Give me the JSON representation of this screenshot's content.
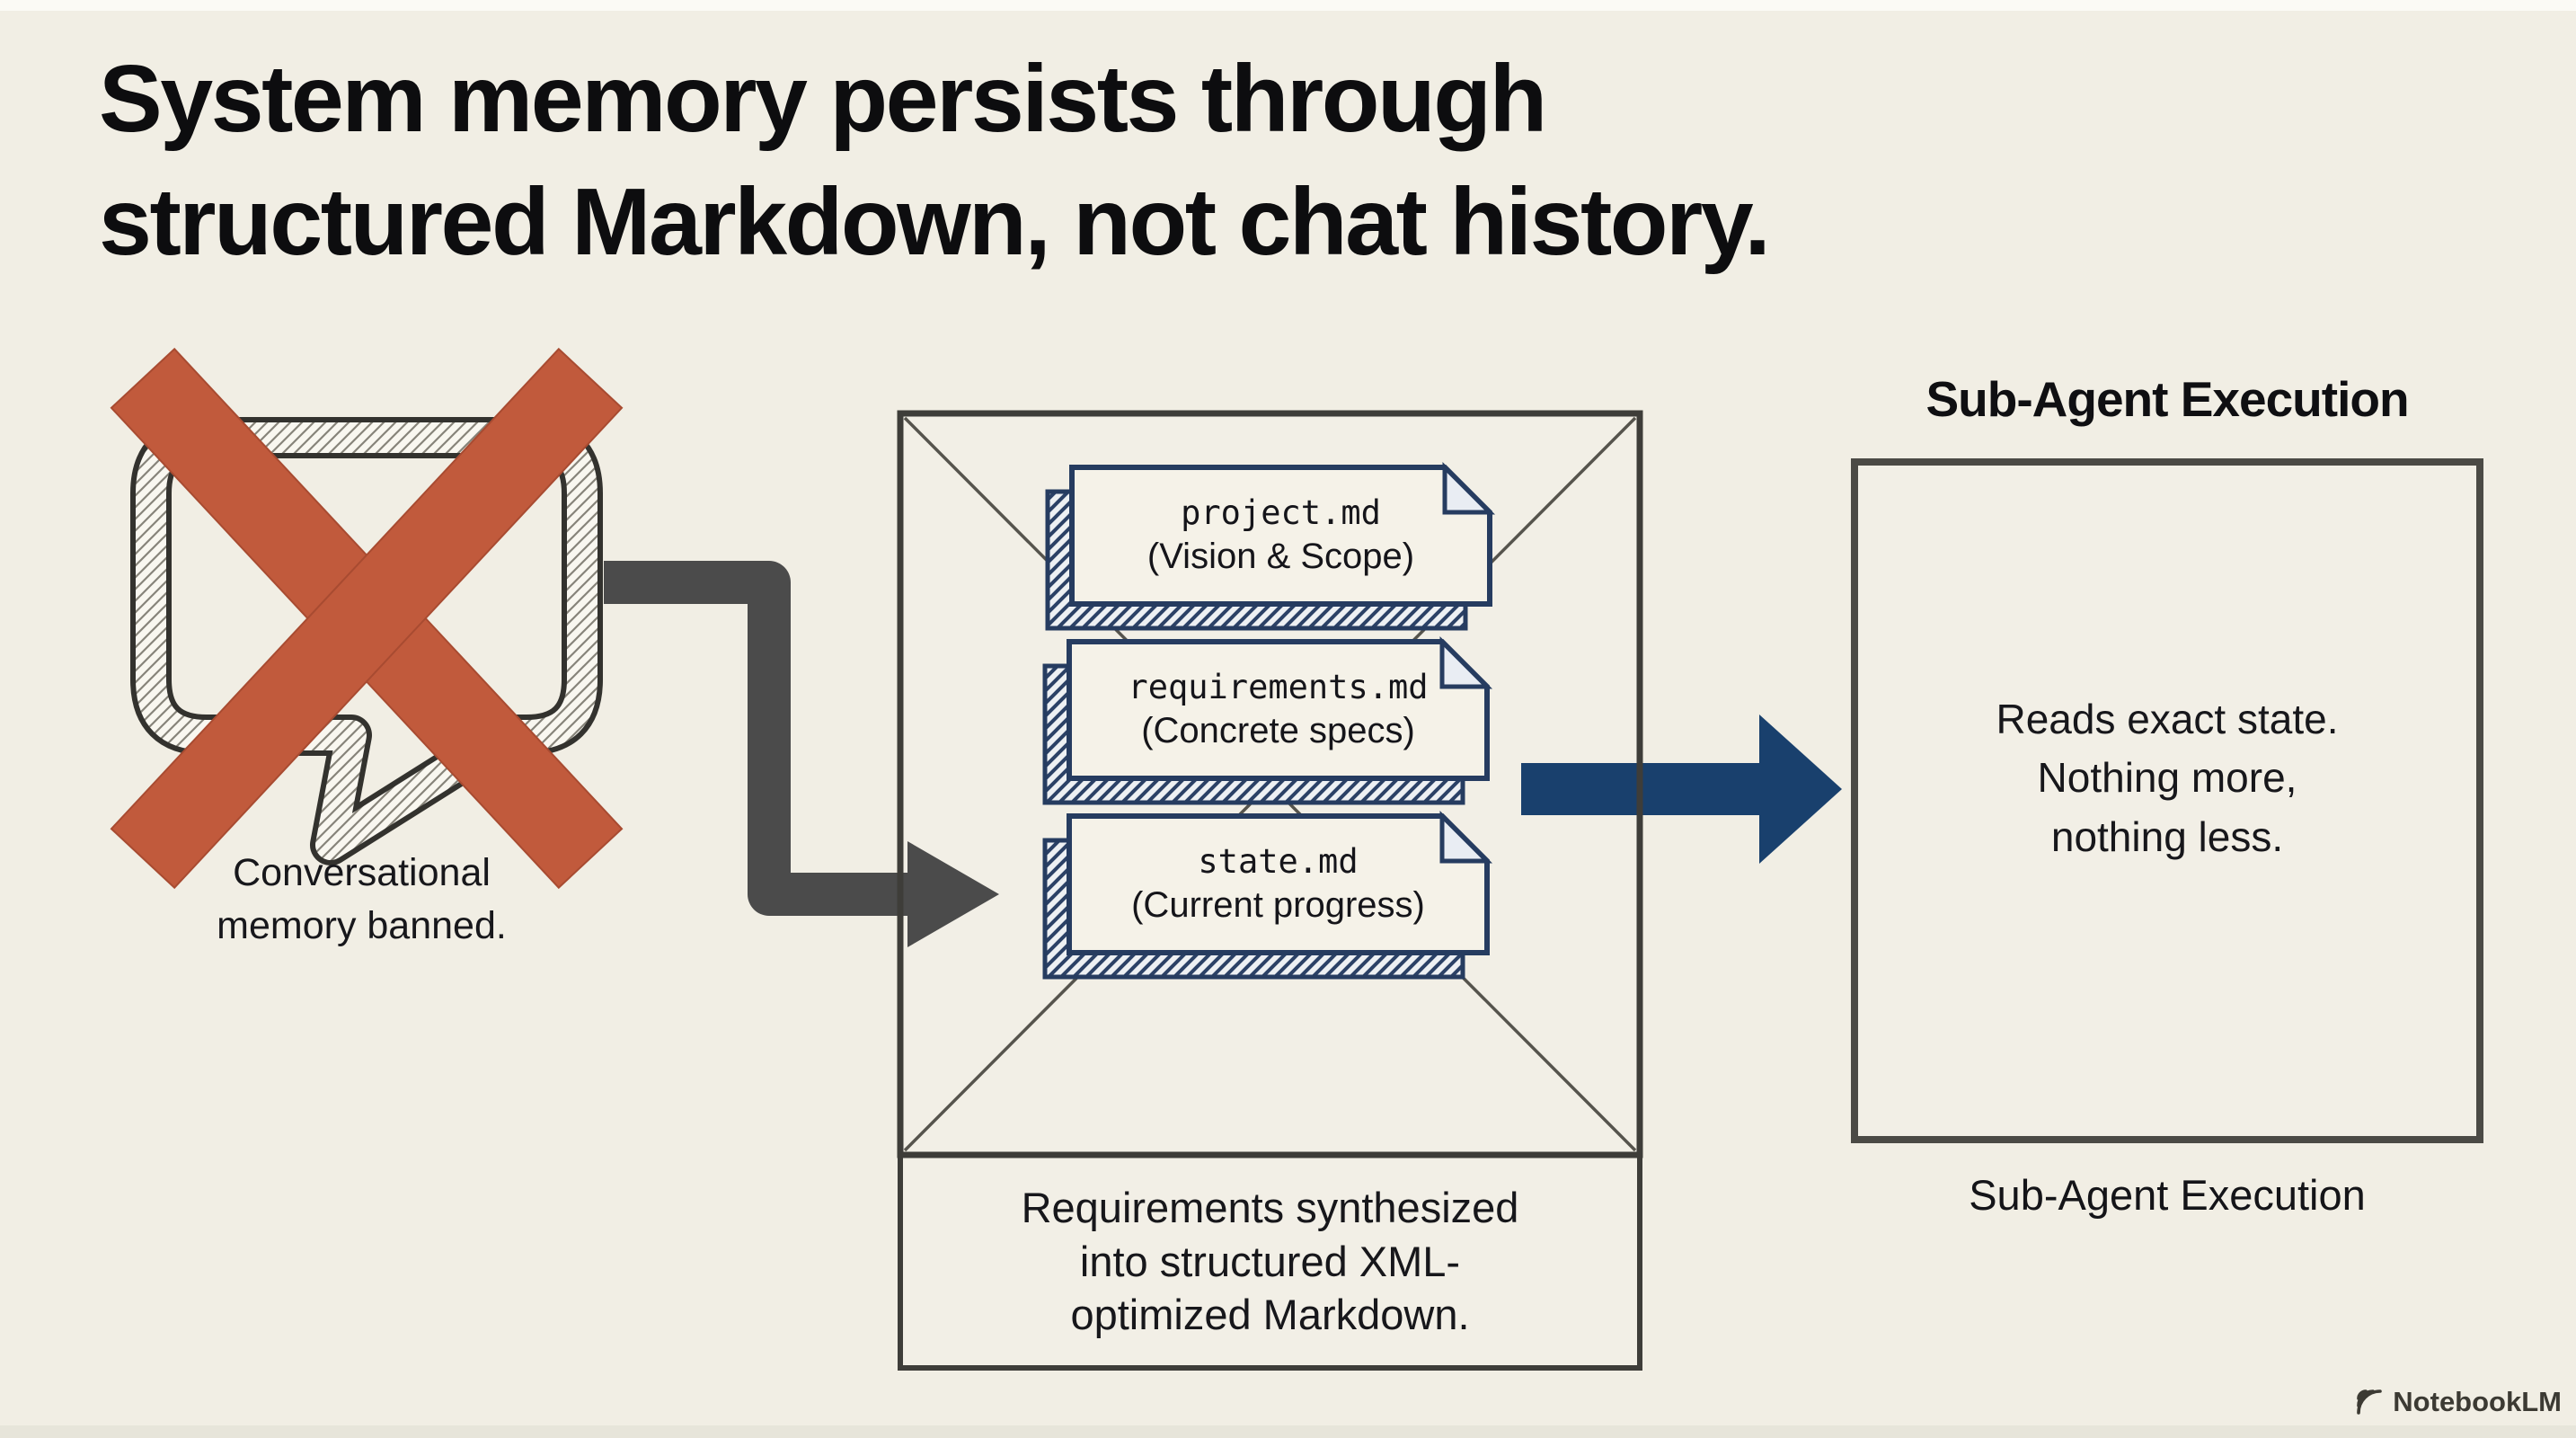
{
  "title": {
    "line1": "System memory persists through",
    "line2": "structured Markdown, not chat history."
  },
  "left": {
    "caption_line1": "Conversational",
    "caption_line2": "memory banned."
  },
  "center": {
    "files": [
      {
        "name": "project.md",
        "desc": "(Vision & Scope)"
      },
      {
        "name": "requirements.md",
        "desc": "(Concrete specs)"
      },
      {
        "name": "state.md",
        "desc": "(Current progress)"
      }
    ],
    "caption_line1": "Requirements synthesized",
    "caption_line2": "into structured XML-",
    "caption_line3": "optimized Markdown."
  },
  "right": {
    "heading": "Sub-Agent Execution",
    "body_line1": "Reads exact state.",
    "body_line2": "Nothing more,",
    "body_line3": "nothing less.",
    "label": "Sub-Agent Execution"
  },
  "footer": {
    "brand": "NotebookLM"
  },
  "colors": {
    "background": "#f1eee4",
    "title_text": "#0d0d0f",
    "x_red": "#c15a3c",
    "navy": "#263c60",
    "arrow_gray": "#4b4b4b",
    "arrow_blue": "#19406d",
    "box_border": "#3e3d39"
  }
}
